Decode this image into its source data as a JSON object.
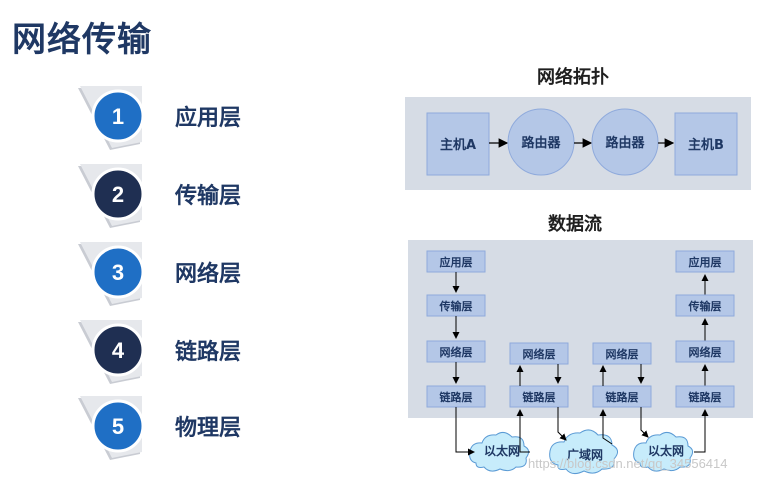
{
  "title": "网络传输",
  "layers": [
    {
      "num": "1",
      "label": "应用层",
      "color": "#1f6fc5"
    },
    {
      "num": "2",
      "label": "传输层",
      "color": "#1f2f52"
    },
    {
      "num": "3",
      "label": "网络层",
      "color": "#1f6fc5"
    },
    {
      "num": "4",
      "label": "链路层",
      "color": "#1f2f52"
    },
    {
      "num": "5",
      "label": "物理层",
      "color": "#1f6fc5"
    }
  ],
  "topology": {
    "title": "网络拓扑",
    "host_a": "主机A",
    "router1": "路由器",
    "router2": "路由器",
    "host_b": "主机B"
  },
  "dataflow": {
    "title": "数据流",
    "left_stack": [
      "应用层",
      "传输层",
      "网络层",
      "链路层"
    ],
    "mid1_stack": [
      "网络层",
      "链路层"
    ],
    "mid2_stack": [
      "网络层",
      "链路层"
    ],
    "right_stack": [
      "应用层",
      "传输层",
      "网络层",
      "链路层"
    ],
    "clouds": [
      "以太网",
      "广域网",
      "以太网"
    ]
  },
  "watermark": "https://blog.csdn.net/qq_34556414"
}
